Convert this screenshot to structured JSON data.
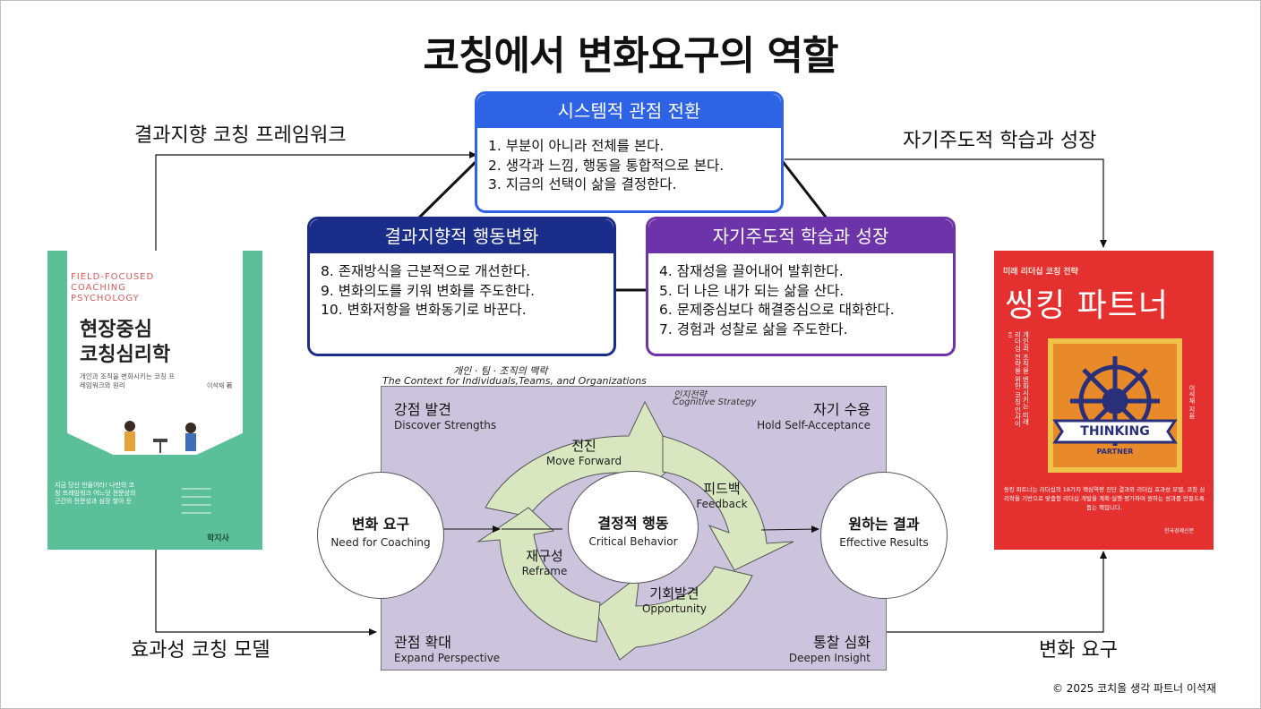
{
  "title": "코칭에서 변화요구의 역할",
  "labels": {
    "top_left": "결과지향 코칭 프레임워크",
    "top_right": "자기주도적 학습과 성장",
    "bottom_left": "효과성 코칭 모델",
    "bottom_right": "변화 요구"
  },
  "boxes": {
    "system": {
      "title": "시스템적 관점 전환",
      "items": [
        "1. 부분이 아니라 전체를 본다.",
        "2. 생각과 느낌, 행동을 통합적으로 본다.",
        "3. 지금의 선택이 삶을 결정한다."
      ]
    },
    "result": {
      "title": "결과지향적 행동변화",
      "items": [
        "8. 존재방식을 근본적으로 개선한다.",
        "9. 변화의도를 키워 변화를 주도한다.",
        "10. 변화저항을 변화동기로 바꾼다."
      ]
    },
    "self": {
      "title": "자기주도적 학습과 성장",
      "items": [
        "4. 잠재성을 끌어내어 발휘한다.",
        "5. 더 나은 내가 되는 삶을 산다.",
        "6. 문제중심보다 해결중심으로 대화한다.",
        "7. 경험과 성찰로 삶을 주도한다."
      ]
    }
  },
  "diagram": {
    "context_ko": "개인 · 팀 · 조직의 맥락",
    "context_en": "The Context for Individuals,Teams,  and Organizations",
    "strategy_ko": "인지전략",
    "strategy_en": "Cognitive Strategy",
    "corners": {
      "tl": {
        "ko": "강점 발견",
        "en": "Discover Strengths"
      },
      "tr": {
        "ko": "자기 수용",
        "en": "Hold Self-Acceptance"
      },
      "bl": {
        "ko": "관점 확대",
        "en": "Expand Perspective"
      },
      "br": {
        "ko": "통찰 심화",
        "en": "Deepen Insight"
      }
    },
    "segments": {
      "forward": {
        "ko": "전진",
        "en": "Move Forward"
      },
      "feedback": {
        "ko": "피드백",
        "en": "Feedback"
      },
      "opportunity": {
        "ko": "기회발견",
        "en": "Opportunity"
      },
      "reframe": {
        "ko": "재구성",
        "en": "Reframe"
      }
    },
    "center": {
      "ko": "결정적 행동",
      "en": "Critical Behavior"
    },
    "left_circle": {
      "ko": "변화 요구",
      "en": "Need for Coaching"
    },
    "right_circle": {
      "ko": "원하는 결과",
      "en": "Effective Results"
    }
  },
  "book_left": {
    "en_title": "FIELD-FOCUSED COACHING PSYCHOLOGY",
    "title_1": "현장중심",
    "title_2": "코칭심리학",
    "subtitle": "개인과 조직을 변화시키는 코칭 프레임워크와 원리",
    "author": "이석재 著",
    "blurb": "지금 당신 만들어라! 나만의 코칭 프레임워크 어느덧 전문성의 근간의 전문성과 심장 쌓아 둔",
    "publisher": "학지사",
    "colors": {
      "bg": "#5bbf9a",
      "panel": "#ffffff"
    }
  },
  "book_right": {
    "series": "미래 리더십 코칭 전략",
    "title": "씽킹 파트너",
    "vertical": "개인과 조직을 변화시키는 미래 리더십 전략을 위한 코칭 인사이트",
    "banner": "THINKING",
    "sub_banner": "PARTNER",
    "author": "이석재 지음",
    "blurb": "씽킹 파트너는 리더십의 18가지 핵심역량 진단 결과와 리더십 효과성 모델, 코칭 심리학을 기반으로 맞춤형 리더십 개발을 계획·실행·평가하여 원하는 성과를 만들도록 돕는 책입니다.",
    "publisher": "한국경제신문",
    "colors": {
      "bg": "#e53030",
      "frame": "#f0c24a",
      "wheel": "#2a2f7a"
    }
  },
  "copyright": "© 2025 코치올 생각 파트너 이석재"
}
